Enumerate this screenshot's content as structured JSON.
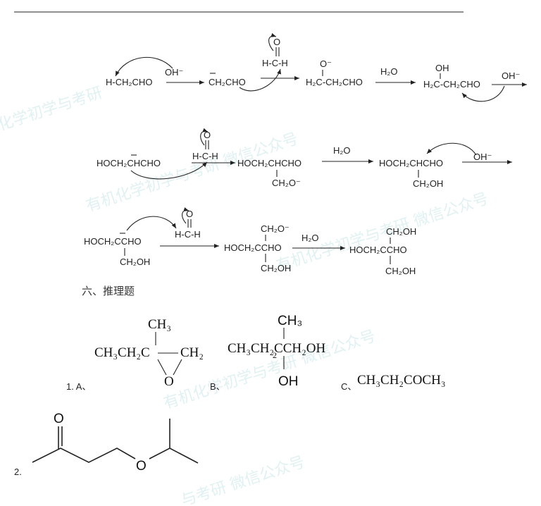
{
  "watermarks": [
    "化学初学与考研",
    "有机化学初学与考研 微信公众号",
    "有机化学初学与考研 微信公众号",
    "有机化学初学与考研 微信公众号",
    "与考研 微信公众号"
  ],
  "mechanism": {
    "row1": {
      "s1": "H-CH₂CHO",
      "oh1": "OH⁻",
      "s2": "CH₂CHO",
      "ald1": "H-C-H",
      "o1": "O",
      "s3": "H₂C-CH₂CHO",
      "om3": "O⁻",
      "water1": "H₂O",
      "s4": "H₂C-CH₂CHO",
      "oh4": "OH",
      "oh2": "OH⁻"
    },
    "row2": {
      "s1": "HOCH₂CHCHO",
      "ald": "H-C-H",
      "o": "O",
      "s2": "HOCH₂CHCHO",
      "s2b": "CH₂O⁻",
      "water": "H₂O",
      "s3": "HOCH₂CHCHO",
      "s3b": "CH₂OH",
      "oh": "OH⁻"
    },
    "row3": {
      "s1": "HOCH₂CCHO",
      "s1b": "CH₂OH",
      "ald": "H-C-H",
      "o": "O",
      "s2top": "CH₂O⁻",
      "s2": "HOCH₂CCHO",
      "s2b": "CH₂OH",
      "water": "H₂O",
      "s3top": "CH₂OH",
      "s3": "HOCH₂CCHO",
      "s3b": "CH₂OH"
    }
  },
  "section_heading": "六、推理题",
  "answers": {
    "q1_label": "1. A、",
    "a_top": "CH₃",
    "a_left": "CH₃CH₂C",
    "a_right": "CH₂",
    "a_o": "O",
    "b_label": "B、",
    "b_top": "CH₃",
    "b_main": "CH₃CH₂CCH₂OH",
    "b_sub": "2",
    "b_oh": "OH",
    "c_label": "C、",
    "c_formula": "CH₃CH₂COCH₃",
    "q2_label": "2.",
    "q2_o_ketone": "O",
    "q2_o_ether": "O"
  }
}
